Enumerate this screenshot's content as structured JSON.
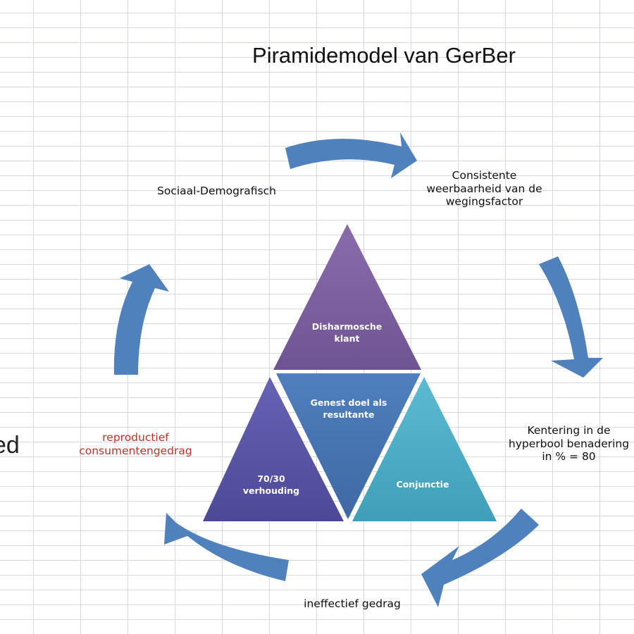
{
  "title": "Piramidemodel  van GerBer",
  "clipped_left_text": "ed",
  "labels": {
    "top_left": "Sociaal-Demografisch",
    "top_right": "Consistente\nweerbaarheid van de\nwegingsfactor",
    "right": "Kentering in de\nhyperbool benadering\nin % = 80",
    "bottom": "ineffectief gedrag",
    "left": "reproductief\nconsumentengedrag"
  },
  "triangle": {
    "top": "Disharmosche\nklant",
    "center": "Genest doel als\nresultante",
    "bottom_left": "70/30\nverhouding",
    "bottom_right": "Conjunctie"
  },
  "colors": {
    "arrow": "#4f81bd",
    "top": "#7d60a0",
    "center": "#4a78b4",
    "bottom_left": "#5b57a8",
    "bottom_right": "#4bacc6",
    "red_label": "#c0302a"
  },
  "icons": [
    "arrow-icon"
  ]
}
